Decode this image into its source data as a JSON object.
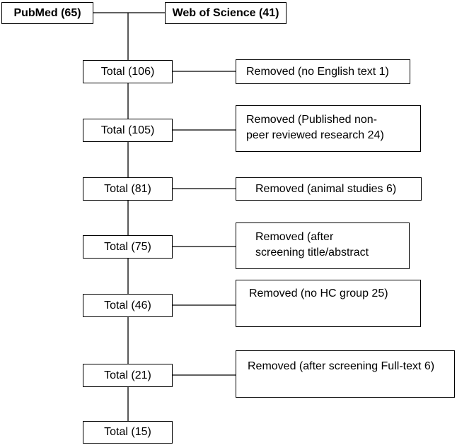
{
  "sources": [
    {
      "label": "PubMed (65)"
    },
    {
      "label": "Web of Science (41)"
    }
  ],
  "steps": [
    {
      "total": "Total (106)",
      "removed": "Removed (no English text 1)"
    },
    {
      "total": "Total (105)",
      "removed_lines": [
        "Removed (Published non-",
        "peer reviewed research 24)"
      ]
    },
    {
      "total": "Total (81)",
      "removed": "Removed (animal studies 6)"
    },
    {
      "total": "Total (75)",
      "removed_lines": [
        "Removed (after",
        "screening title/abstract"
      ]
    },
    {
      "total": "Total (46)",
      "removed": "Removed (no HC group 25)"
    },
    {
      "total": "Total (21)",
      "removed": "Removed (after screening Full-text 6)"
    }
  ],
  "final": {
    "total": "Total (15)"
  }
}
